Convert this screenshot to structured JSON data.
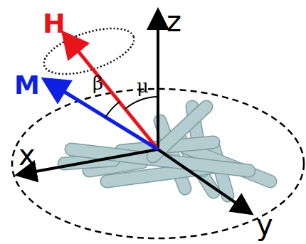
{
  "diagram": {
    "labels": [
      "H",
      "M",
      "z",
      "x",
      "y",
      "β",
      "μ"
    ]
  }
}
